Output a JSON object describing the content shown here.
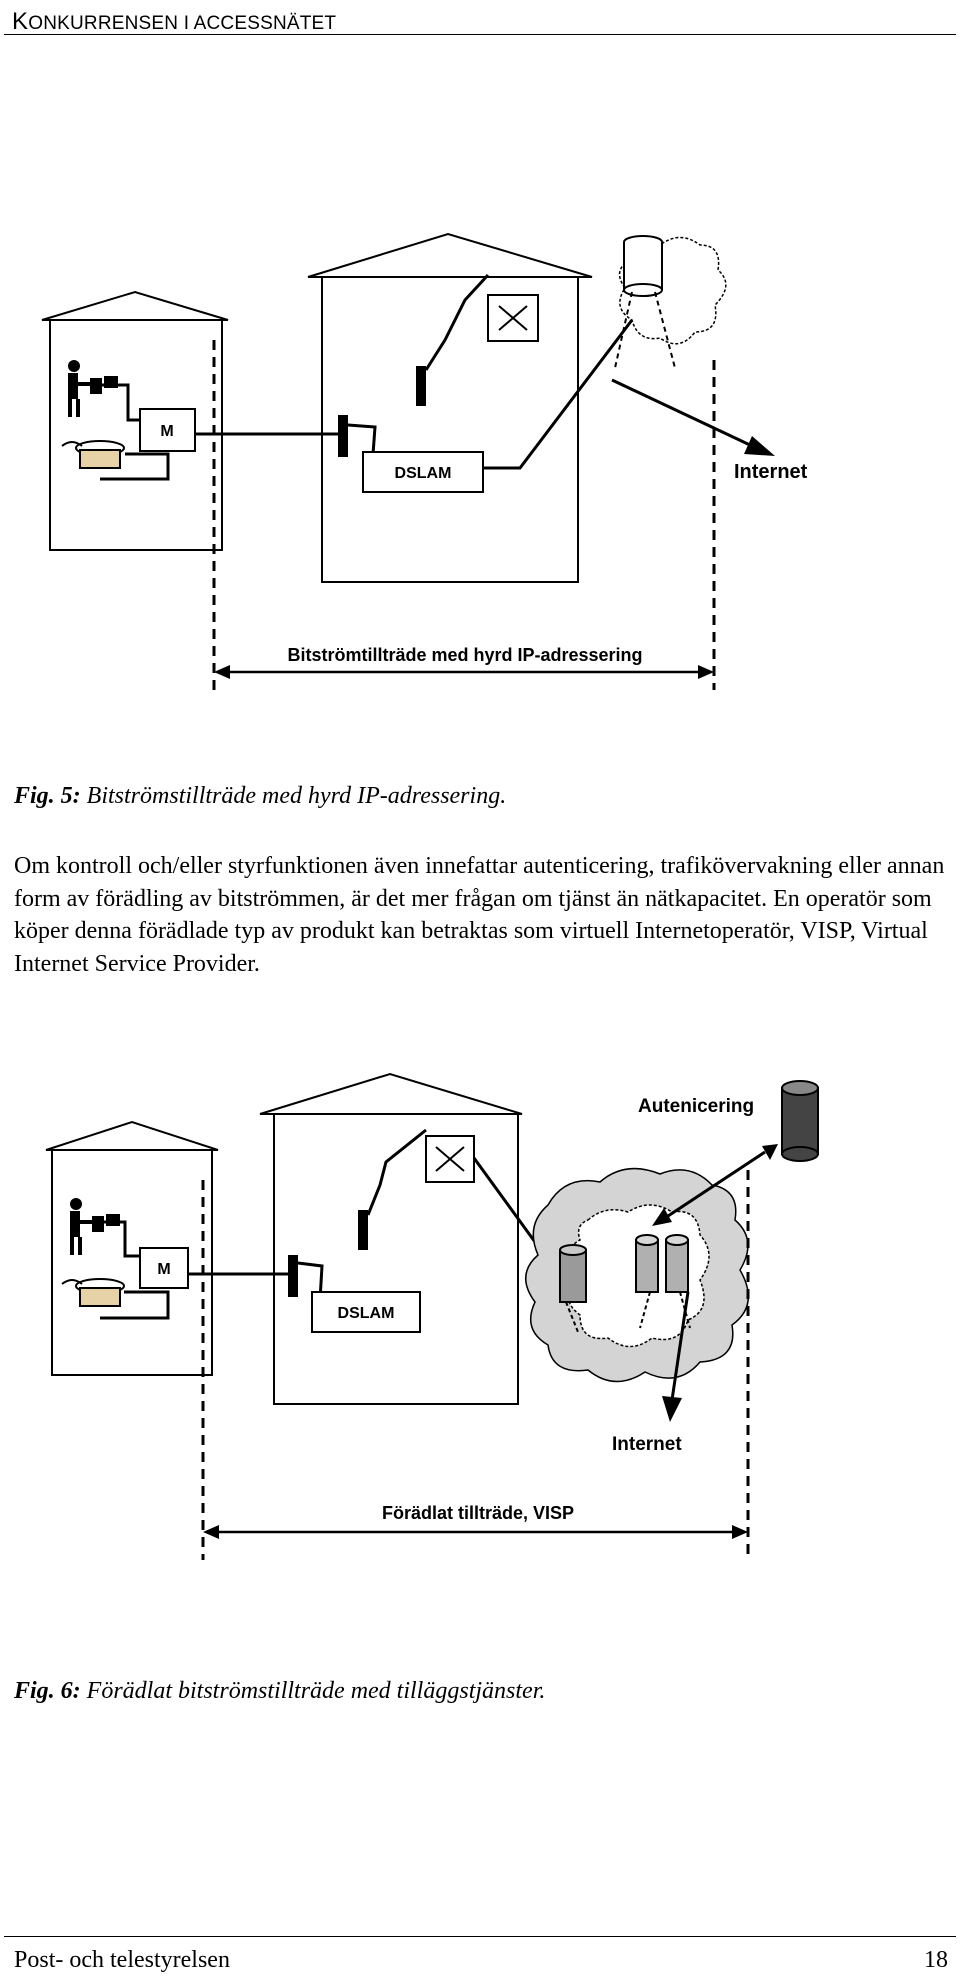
{
  "header": {
    "title_first": "K",
    "title_rest": "ONKURRENSEN I ACCESSNÄTET"
  },
  "figure1": {
    "modem_label": "M",
    "dslam_label": "DSLAM",
    "internet_label": "Internet",
    "span_label": "Bitströmtillträde med hyrd IP-adressering",
    "caption_label": "Fig. 5:",
    "caption_text": " Bitströmstillträde med hyrd IP-adressering."
  },
  "body": {
    "paragraph": "Om kontroll och/eller styrfunktionen även innefattar autenticering, trafikövervakning eller annan form av förädling av bitströmmen, är det mer frågan om tjänst än nätkapacitet. En operatör som köper denna förädlade typ av produkt kan betraktas som virtuell Internetoperatör, VISP, Virtual Internet Service Provider."
  },
  "figure2": {
    "modem_label": "M",
    "dslam_label": "DSLAM",
    "auth_label": "Autenicering",
    "internet_label": "Internet",
    "span_label": "Förädlat tillträde, VISP",
    "caption_label": "Fig. 6:",
    "caption_text": " Förädlat bitströmstillträde med tilläggstjänster."
  },
  "footer": {
    "left": "Post- och telestyrelsen",
    "page_number": "18"
  }
}
